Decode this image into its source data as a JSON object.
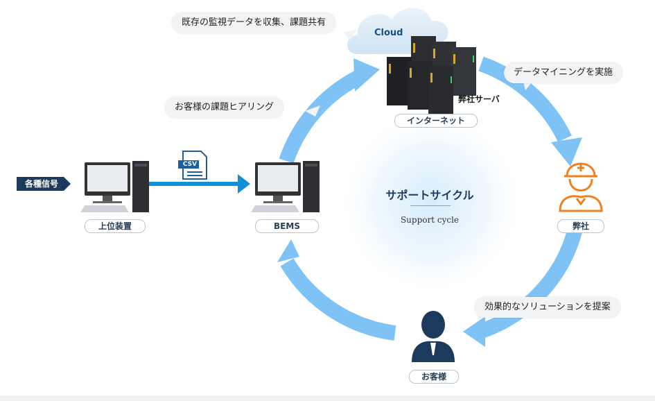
{
  "bubbles": {
    "top_left": "既存の監視データを収集、課題共有",
    "left": "お客様の課題ヒアリング",
    "right_top": "データマイニングを実施",
    "right_bottom": "効果的なソリューションを提案"
  },
  "labels": {
    "signal": "各種信号",
    "host_device": "上位装置",
    "bems": "BEMS",
    "internet": "インターネット",
    "company": "弊社",
    "customer": "お客様",
    "cloud": "Cloud",
    "server": "弊社サーバ",
    "csv": "CSV"
  },
  "center": {
    "title": "サポートサイクル",
    "subtitle": "Support cycle"
  },
  "colors": {
    "arrow": "#7fc2f5",
    "navy": "#1c3a5c",
    "orange": "#f07f1f",
    "signal_arrow": "#1190d6"
  }
}
